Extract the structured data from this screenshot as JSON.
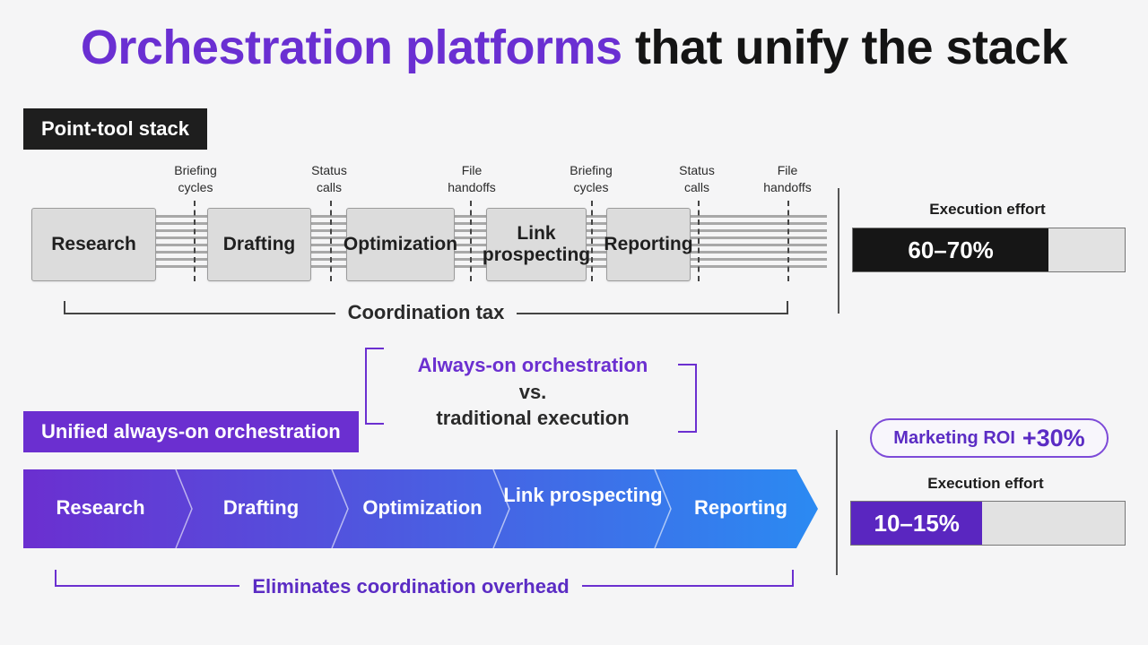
{
  "title": {
    "highlight": "Orchestration platforms",
    "rest": "that unify the stack"
  },
  "colors": {
    "accent": "#6b2fd0",
    "gradient_end": "#2b8af2",
    "dark": "#1e1e1e",
    "stage_gray": "#dcdcdc"
  },
  "top_section": {
    "label": "Point-tool stack",
    "stages": [
      {
        "label": "Research"
      },
      {
        "label": "Drafting"
      },
      {
        "label": "Optimization"
      },
      {
        "label": "Link prospecting"
      },
      {
        "label": "Reporting"
      }
    ],
    "frictions": [
      {
        "line1": "Briefing",
        "line2": "cycles"
      },
      {
        "line1": "Status",
        "line2": "calls"
      },
      {
        "line1": "File",
        "line2": "handoffs"
      },
      {
        "line1": "Briefing",
        "line2": "cycles"
      },
      {
        "line1": "Status",
        "line2": "calls"
      },
      {
        "line1": "File",
        "line2": "handoffs"
      }
    ],
    "bracket_label": "Coordination tax",
    "effort": {
      "caption": "Execution effort",
      "value": "60–70%",
      "fill_fraction": 0.72
    }
  },
  "middle_callout": {
    "line1": "Always-on orchestration",
    "line2": "vs.",
    "line3": "traditional execution"
  },
  "bottom_section": {
    "label": "Unified always-on orchestration",
    "stages": [
      {
        "label": "Research"
      },
      {
        "label": "Drafting"
      },
      {
        "label": "Optimization"
      },
      {
        "label": "Link prospecting"
      },
      {
        "label": "Reporting"
      }
    ],
    "bracket_label": "Eliminates coordination overhead",
    "roi": {
      "label": "Marketing ROI",
      "value": "+30%"
    },
    "effort": {
      "caption": "Execution effort",
      "value": "10–15%",
      "fill_fraction": 0.48
    }
  }
}
